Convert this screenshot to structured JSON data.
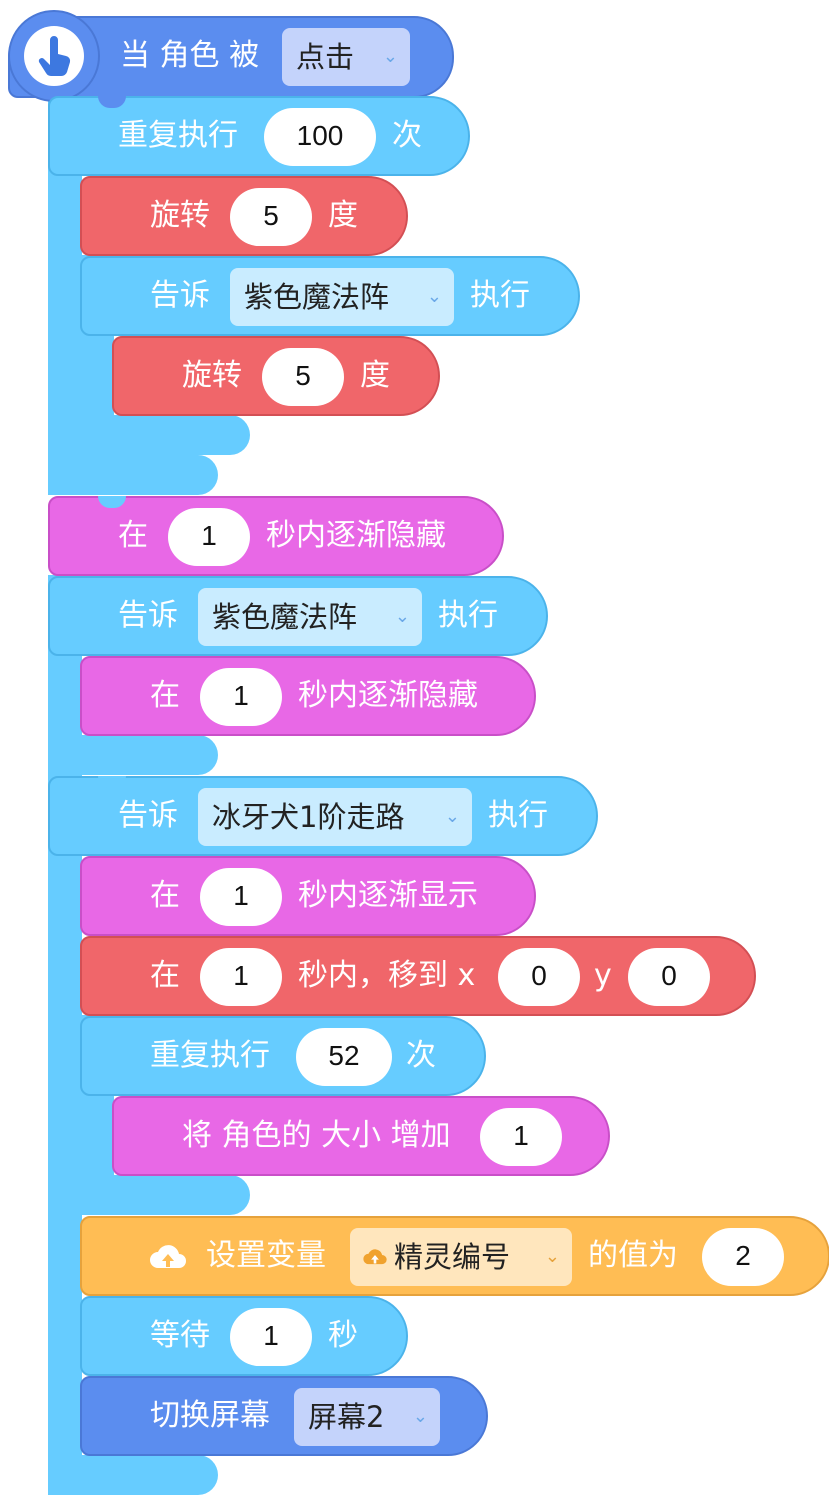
{
  "colors": {
    "event": "#5b8def",
    "motion": "#f0666a",
    "looks": "#e868e6",
    "control": "#66ccff",
    "variable": "#ffbd54"
  },
  "hat": {
    "icon": "pointing-hand-icon",
    "label": "当 角色 被",
    "trigger": "点击"
  },
  "repeat1": {
    "prefix": "重复执行",
    "times": "100",
    "suffix": "次"
  },
  "rotate1": {
    "prefix": "旋转",
    "degrees": "5",
    "suffix": "度"
  },
  "tell1": {
    "prefix": "告诉",
    "target": "紫色魔法阵",
    "suffix": "执行"
  },
  "rotate2": {
    "prefix": "旋转",
    "degrees": "5",
    "suffix": "度"
  },
  "fade1": {
    "prefix": "在",
    "seconds": "1",
    "suffix": "秒内逐渐隐藏"
  },
  "tell2": {
    "prefix": "告诉",
    "target": "紫色魔法阵",
    "suffix": "执行"
  },
  "fade2": {
    "prefix": "在",
    "seconds": "1",
    "suffix": "秒内逐渐隐藏"
  },
  "tell3": {
    "prefix": "告诉",
    "target": "冰牙犬1阶走路",
    "suffix": "执行"
  },
  "show1": {
    "prefix": "在",
    "seconds": "1",
    "suffix": "秒内逐渐显示"
  },
  "move1": {
    "prefix": "在",
    "seconds": "1",
    "mid": "秒内，移到 x",
    "x": "0",
    "ylabel": "y",
    "y": "0"
  },
  "repeat2": {
    "prefix": "重复执行",
    "times": "52",
    "suffix": "次"
  },
  "size1": {
    "label": "将 角色的 大小 增加",
    "amount": "1"
  },
  "setvar": {
    "icon": "cloud-upload-icon",
    "prefix": "设置变量",
    "var_icon": "cloud-upload-icon",
    "variable": "精灵编号",
    "mid": "的值为",
    "value": "2"
  },
  "wait1": {
    "prefix": "等待",
    "seconds": "1",
    "suffix": "秒"
  },
  "switch1": {
    "prefix": "切换屏幕",
    "screen": "屏幕2"
  }
}
